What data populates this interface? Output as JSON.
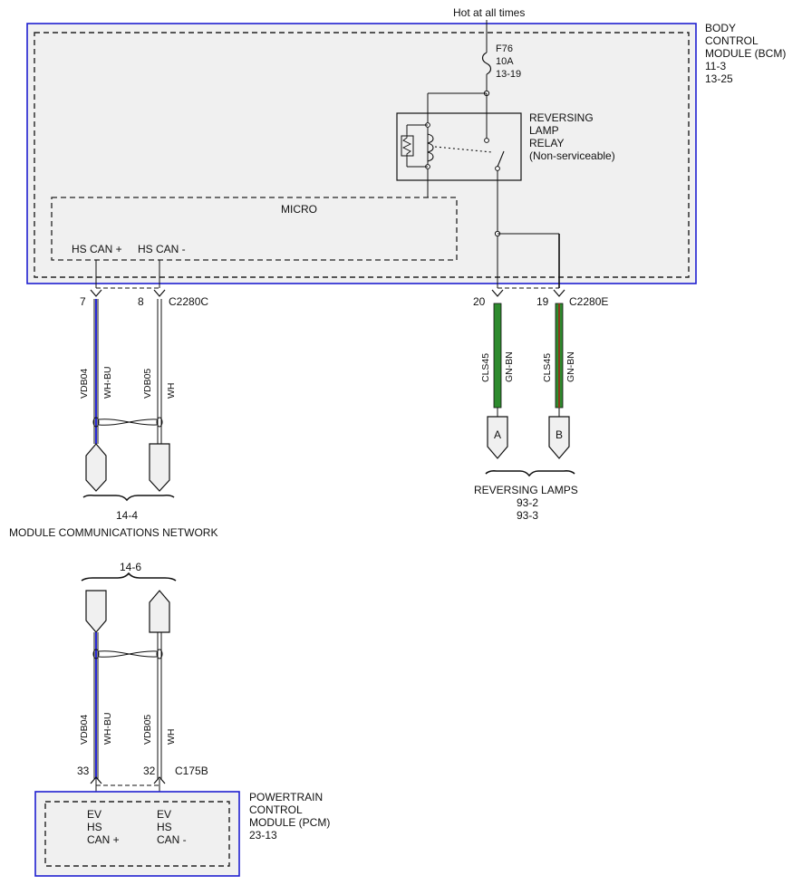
{
  "power": {
    "label": "Hot at all times"
  },
  "bcm": {
    "name_lines": [
      "BODY",
      "CONTROL",
      "MODULE (BCM)",
      "11-3",
      "13-25"
    ],
    "fuse": {
      "id": "F76",
      "rating": "10A",
      "ref": "13-19"
    },
    "relay": {
      "lines": [
        "REVERSING",
        "LAMP",
        "RELAY",
        "(Non-serviceable)"
      ]
    },
    "micro": {
      "label": "MICRO",
      "pin_a": "HS CAN +",
      "pin_b": "HS CAN -"
    }
  },
  "connectors": {
    "c2280c": {
      "pin_a": "7",
      "pin_b": "8",
      "id": "C2280C"
    },
    "c2280e": {
      "pin_a": "20",
      "pin_b": "19",
      "id": "C2280E"
    },
    "c175b": {
      "pin_a": "33",
      "pin_b": "32",
      "id": "C175B"
    }
  },
  "wires": {
    "can_plus": {
      "circuit": "VDB04",
      "color": "WH-BU"
    },
    "can_minus": {
      "circuit": "VDB05",
      "color": "WH"
    },
    "lamp_a": {
      "circuit": "CLS45",
      "color": "GN-BN"
    },
    "lamp_b": {
      "circuit": "CLS45",
      "color": "GN-BN"
    }
  },
  "reversing_lamps": {
    "terminal_a": "A",
    "terminal_b": "B",
    "label": "REVERSING LAMPS",
    "refs": [
      "93-2",
      "93-3"
    ]
  },
  "network_top": {
    "ref": "14-4",
    "label": "MODULE COMMUNICATIONS NETWORK"
  },
  "network_bottom": {
    "ref": "14-6"
  },
  "pcm": {
    "name_lines": [
      "POWERTRAIN",
      "CONTROL",
      "MODULE (PCM)",
      "23-13"
    ],
    "pin_a_lines": [
      "EV",
      "HS",
      "CAN +"
    ],
    "pin_b_lines": [
      "EV",
      "HS",
      "CAN -"
    ]
  },
  "colors": {
    "module_border": "#1f1fd0",
    "module_fill": "#f0f0f0",
    "wire_blue": "#2a2ad8",
    "wire_green": "#2e8b2e",
    "wire_brown": "#8b3a1a"
  }
}
